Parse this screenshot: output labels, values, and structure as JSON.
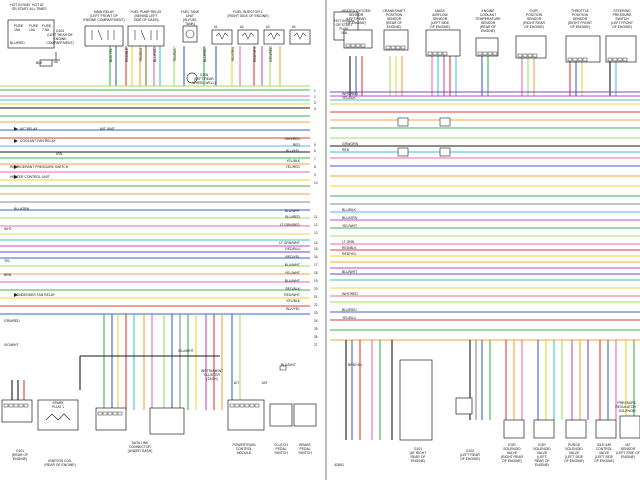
{
  "left_page": {
    "fuses": [
      {
        "lines": [
          "HOT IN RUN",
          "OR START"
        ]
      },
      {
        "lines": [
          "HOT AT",
          "ALL TIMES"
        ]
      }
    ],
    "fuse_labels": [
      "FUSE",
      "15A",
      "FUSE",
      "10A",
      "FUSE",
      "7.5A",
      "BLU/RED",
      "ORG/BLK",
      "BLK"
    ],
    "g104": [
      "G104",
      "(LEFT REAR OF",
      "ENGINE",
      "COMPARTMENT)"
    ],
    "top_components": [
      {
        "lines": [
          "MAIN RELAY",
          "(LEFT FRONT OF",
          "ENGINE COMPARTMENT)"
        ]
      },
      {
        "lines": [
          "FUEL PUMP RELAY",
          "(BEHIND LEFT",
          "SIDE OF DASH)"
        ]
      },
      {
        "lines": [
          "FUEL TANK",
          "UNIT",
          "(IN FUEL",
          "TANK)"
        ]
      },
      {
        "lines": [
          "FUEL INJECTOR 1",
          "(RIGHT SIDE OF ENGINE)"
        ]
      }
    ],
    "g105": [
      "G105",
      "(LEFT REAR",
      "WHEEL WELL)"
    ],
    "injectors": [
      "#1",
      "#2",
      "#3",
      "#4"
    ],
    "bus_left": [
      "A/C RELAY",
      "COOLANT FAN RELAY",
      "REFRIGERANT PRESSURE SWITCH",
      "HEATER CONTROL UNIT",
      "CONDENSER FAN RELAY"
    ],
    "bus_mid": [
      "IGN",
      "BLU/ORN",
      "WHT",
      "YEL",
      "BRN",
      "GRN/RED",
      "VIO/WHT"
    ],
    "unit": "M/T UNIT",
    "right_wires": [
      "GRN/RED",
      "RED",
      "BLU/YEL",
      "YEL/BLK",
      "YEL/RED",
      "BLU/WHT",
      "BLU/RED",
      "LT GRN/RED",
      "LT GRN/WHT",
      "RED/BLU",
      "RED/YEL",
      "BLU/WHT",
      "YEL/WHT",
      "BLU/WHT",
      "RED/BLK",
      "RED/WHT",
      "YEL/BLK",
      "BLK/YEL"
    ],
    "pin_numbers": [
      "1",
      "2",
      "3",
      "4",
      "5",
      "6",
      "7",
      "8",
      "9",
      "10",
      "11",
      "12",
      "13",
      "14",
      "15",
      "16",
      "17",
      "18",
      "19",
      "20",
      "21",
      "22",
      "23",
      "24",
      "25",
      "26",
      "27"
    ],
    "instrument_cluster": [
      "INSTRUMENT",
      "CLUSTER",
      "(TACH)"
    ],
    "bottom_components": [
      {
        "lines": [
          "SPARK",
          "PLUG 1"
        ]
      },
      {
        "lines": [
          "IGNITION COIL",
          "(REAR OF ENGINE)"
        ]
      },
      {
        "lines": [
          "DATA LINK",
          "CONNECTOR",
          "(UNDER DASH)"
        ]
      },
      {
        "lines": [
          "POWERTRAIN",
          "CONTROL",
          "MODULE"
        ]
      },
      {
        "lines": [
          "CLUTCH",
          "PEDAL",
          "SWITCH"
        ]
      },
      {
        "lines": [
          "BRAKE",
          "PEDAL",
          "SWITCH"
        ]
      }
    ],
    "g101": [
      "G101",
      "(REAR OF",
      "ENGINE)"
    ],
    "misc": [
      "BLU/WHT",
      "A/T",
      "M/T",
      "BLU/WHT"
    ]
  },
  "right_page": {
    "fuse": [
      "HOT IN RUN",
      "OR START",
      "FUSE",
      "10A"
    ],
    "top_sensors": [
      {
        "lines": [
          "HEATED OXYGEN",
          "SENSOR",
          "(LEFT REAR",
          "OF ENGINE)"
        ]
      },
      {
        "lines": [
          "CRANKSHAFT",
          "POSITION",
          "SENSOR",
          "(REAR OF",
          "ENGINE)"
        ]
      },
      {
        "lines": [
          "MASS",
          "AIRFLOW",
          "SENSOR",
          "(LEFT SIDE",
          "OF ENGINE)"
        ]
      },
      {
        "lines": [
          "ENGINE",
          "COOLANT",
          "TEMPERATURE",
          "SENSOR",
          "(REAR OF",
          "ENGINE)"
        ]
      },
      {
        "lines": [
          "EGR",
          "POSITION",
          "SENSOR",
          "(RIGHT REAR",
          "OF ENGINE)"
        ]
      },
      {
        "lines": [
          "THROTTLE",
          "POSITION",
          "SENSOR",
          "(RIGHT FRONT",
          "OF ENGINE)"
        ]
      },
      {
        "lines": [
          "STEERING",
          "PRESSURE",
          "SWITCH",
          "(LEFT FRONT",
          "OF ENGINE)"
        ]
      }
    ],
    "wires_left": [
      "WHT/RED",
      "YEL/BLK",
      "GRN/ORN",
      "RED",
      "BLU/BLK",
      "BLU/GRN",
      "YEL/WHT",
      "LT GRN",
      "RED/BLK",
      "RED/YEL",
      "BLU/WHT",
      "WHT/RED",
      "BLU/RED",
      "YEL/BLU"
    ],
    "ground_label": "BRN/YEL",
    "g101": [
      "G101",
      "(AT RIGHT",
      "REAR OF",
      "ENGINE)"
    ],
    "g102": [
      "G102",
      "(LEFT REAR",
      "OF ENGINE)"
    ],
    "bottom_components": [
      {
        "lines": [
          "EGR",
          "SOLENOID",
          "VALVE",
          "(RIGHT REAR",
          "OF ENGINE)"
        ]
      },
      {
        "lines": [
          "EGR",
          "SOLENOID",
          "VALVE",
          "(LEFT",
          "REAR OF",
          "ENGINE)"
        ]
      },
      {
        "lines": [
          "PURGE",
          "SOLENOID",
          "VALVE",
          "(LEFT SIDE",
          "OF ENGINE)"
        ]
      },
      {
        "lines": [
          "IDLE AIR",
          "CONTROL",
          "VALVE",
          "(LEFT SIDE",
          "OF ENGINE)"
        ]
      },
      {
        "lines": [
          "IAT",
          "SENSOR",
          "(LEFT SIDE OF",
          "ENGINE)"
        ]
      },
      {
        "lines": [
          "PRESSURE",
          "REGULATOR",
          "SOLENOID"
        ]
      }
    ],
    "page_id": "42651"
  },
  "colors": {
    "black": "#1a1a1a",
    "red": "#e23b3b",
    "pink": "#ef6aa6",
    "magenta": "#c24ac8",
    "purple": "#7a46c8",
    "blue": "#3a63d6",
    "lightblue": "#5ab6ea",
    "cyan": "#39c6c6",
    "green": "#3fb34f",
    "lightgreen": "#9ede66",
    "yellow": "#e8d631",
    "orange": "#f0a43b",
    "brown": "#9b6a3a",
    "gray": "#8a8a8a",
    "white": "#ffffff"
  }
}
